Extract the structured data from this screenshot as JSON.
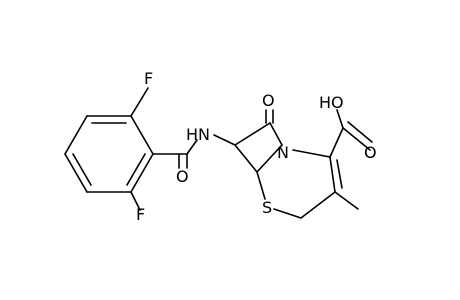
{
  "molecule": {
    "atoms": {
      "f_top": "F",
      "f_bottom": "F",
      "nh": "HN",
      "o_amide": "O",
      "o_lactam": "O",
      "n_ring": "N",
      "s_ring": "S",
      "oh": "HO",
      "o_acid": "O"
    },
    "colors": {
      "bond": "#000000",
      "atom_label": "#000000",
      "background": "#ffffff"
    }
  }
}
